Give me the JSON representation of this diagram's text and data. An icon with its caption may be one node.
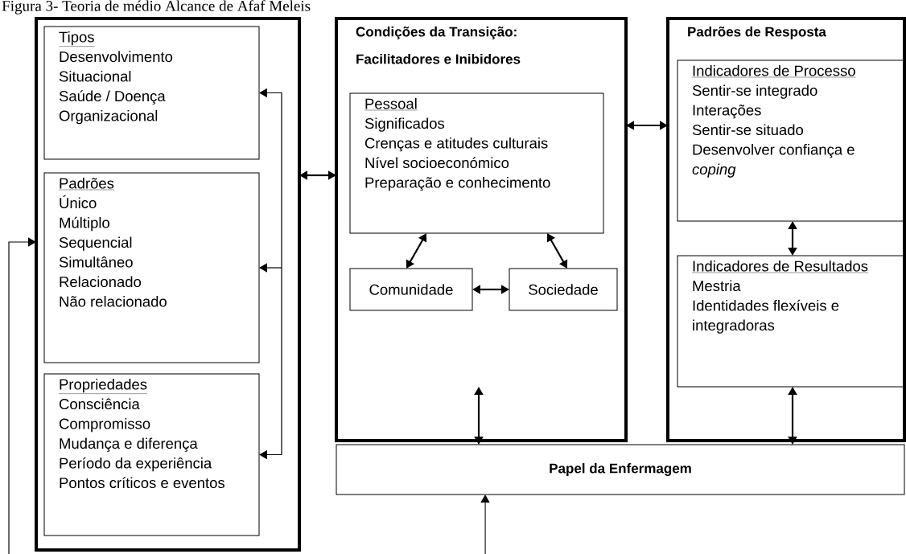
{
  "diagram": {
    "title": "Figura 3- Teoria de médio Alcance de Afaf Meleis",
    "nodes": [
      {
        "text": [],
        "shape": "box"
      },
      {
        "text": [
          "Tipos",
          "Desenvolvimento",
          "Situacional",
          "Saúde / Doença",
          "Organizacional"
        ],
        "in": 0
      },
      {
        "text": [
          "Padrões",
          "Único",
          "Múltiplo",
          "Sequencial",
          "Simultâneo",
          "Relacionado",
          "Não relacionado"
        ],
        "in": 0
      },
      {
        "text": [
          "Propriedades",
          "Consciência",
          "Compromisso",
          "Mudança e diferença",
          "Período da experiência",
          "Pontos críticos e eventos"
        ],
        "in": 0
      },
      {
        "text": [
          "Condições da Transição:",
          "Facilitadores e Inibidores"
        ]
      },
      {
        "text": [
          "Pessoal",
          "Significados",
          "Crenças e atitudes culturais",
          "Nível socioeconómico",
          "Preparação e conhecimento"
        ],
        "in": 4
      },
      {
        "text": [
          "Comunidade"
        ],
        "in": 4
      },
      {
        "text": [
          "Sociedade"
        ],
        "in": 4
      },
      {
        "text": [
          "Padrões de Resposta"
        ]
      },
      {
        "text": [
          "Indicadores de Processo",
          "Sentir-se integrado",
          "Interações",
          "Sentir-se situado",
          "Desenvolver confiança e *coping*"
        ],
        "in": 8
      },
      {
        "text": [
          "Indicadores de Resultados",
          "Mestria",
          "Identidades flexíveis e integradoras"
        ],
        "in": 8
      },
      {
        "text": [
          "Papel da Enfermagem"
        ]
      }
    ],
    "edges": [
      {
        "from": null,
        "to": 1,
        "arrow": "to"
      },
      {
        "from": null,
        "to": 2,
        "arrow": "to"
      },
      {
        "from": null,
        "to": 3,
        "arrow": "to"
      },
      {
        "from": null,
        "to": 0,
        "arrow": "to"
      },
      {
        "from": 0,
        "to": 4,
        "arrow": "both"
      },
      {
        "from": 4,
        "to": 8,
        "arrow": "both"
      },
      {
        "from": 5,
        "to": 6,
        "arrow": "both"
      },
      {
        "from": 5,
        "to": 7,
        "arrow": "both"
      },
      {
        "from": 6,
        "to": 7,
        "arrow": "both"
      },
      {
        "from": 9,
        "to": 10,
        "arrow": "both"
      },
      {
        "from": null,
        "to": 11,
        "arrow": "both"
      },
      {
        "from": 10,
        "to": 11,
        "arrow": "both"
      },
      {
        "from": null,
        "to": 11,
        "arrow": "to"
      }
    ]
  }
}
